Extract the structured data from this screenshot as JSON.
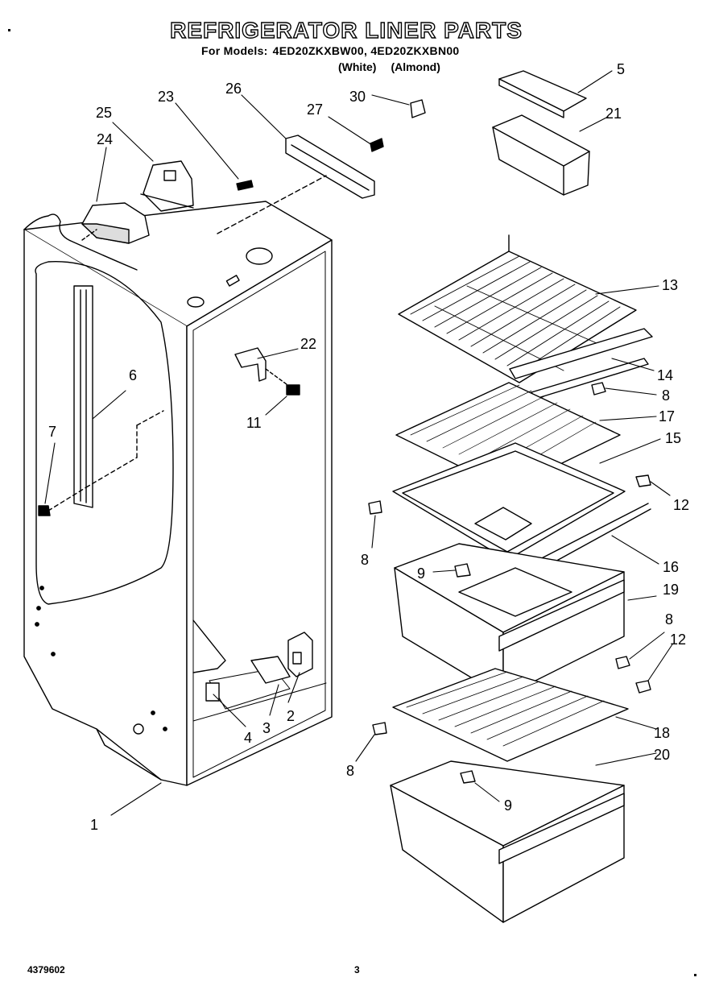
{
  "title": "REFRIGERATOR LINER PARTS",
  "models_label": "For Models:",
  "models": "4ED20ZKXBW00, 4ED20ZKXBN00",
  "variants": [
    "(White)",
    "(Almond)"
  ],
  "callouts": [
    "1",
    "2",
    "3",
    "4",
    "5",
    "6",
    "7",
    "8",
    "9",
    "11",
    "12",
    "13",
    "14",
    "15",
    "16",
    "17",
    "18",
    "19",
    "20",
    "21",
    "22",
    "23",
    "24",
    "25",
    "26",
    "27",
    "30"
  ],
  "footer": {
    "doc_number": "4379602",
    "page": "3"
  }
}
